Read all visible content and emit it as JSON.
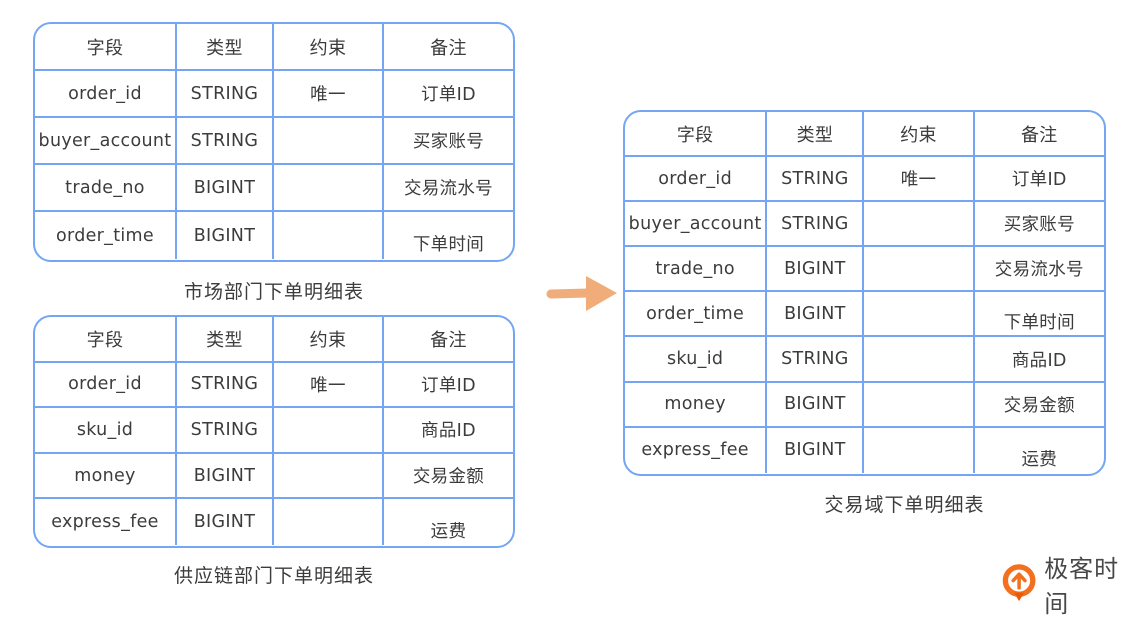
{
  "colors": {
    "table_border": "#74a6f3",
    "text": "#3c3c3c",
    "arrow": "#f1ad79",
    "logo_orange": "#f3701f"
  },
  "tables": [
    {
      "caption": "市场部门下单明细表",
      "headers": [
        "字段",
        "类型",
        "约束",
        "备注"
      ],
      "rows": [
        [
          "order_id",
          "STRING",
          "唯一",
          "订单ID"
        ],
        [
          "buyer_account",
          "STRING",
          "",
          "买家账号"
        ],
        [
          "trade_no",
          "BIGINT",
          "",
          "交易流水号"
        ],
        [
          "order_time",
          "BIGINT",
          "",
          "下单时间"
        ]
      ]
    },
    {
      "caption": "供应链部门下单明细表",
      "headers": [
        "字段",
        "类型",
        "约束",
        "备注"
      ],
      "rows": [
        [
          "order_id",
          "STRING",
          "唯一",
          "订单ID"
        ],
        [
          "sku_id",
          "STRING",
          "",
          "商品ID"
        ],
        [
          "money",
          "BIGINT",
          "",
          "交易金额"
        ],
        [
          "express_fee",
          "BIGINT",
          "",
          "运费"
        ]
      ]
    },
    {
      "caption": "交易域下单明细表",
      "headers": [
        "字段",
        "类型",
        "约束",
        "备注"
      ],
      "rows": [
        [
          "order_id",
          "STRING",
          "唯一",
          "订单ID"
        ],
        [
          "buyer_account",
          "STRING",
          "",
          "买家账号"
        ],
        [
          "trade_no",
          "BIGINT",
          "",
          "交易流水号"
        ],
        [
          "order_time",
          "BIGINT",
          "",
          "下单时间"
        ],
        [
          "sku_id",
          "STRING",
          "",
          "商品ID"
        ],
        [
          "money",
          "BIGINT",
          "",
          "交易金额"
        ],
        [
          "express_fee",
          "BIGINT",
          "",
          "运费"
        ]
      ]
    }
  ],
  "logo": {
    "text": "极客时间"
  }
}
